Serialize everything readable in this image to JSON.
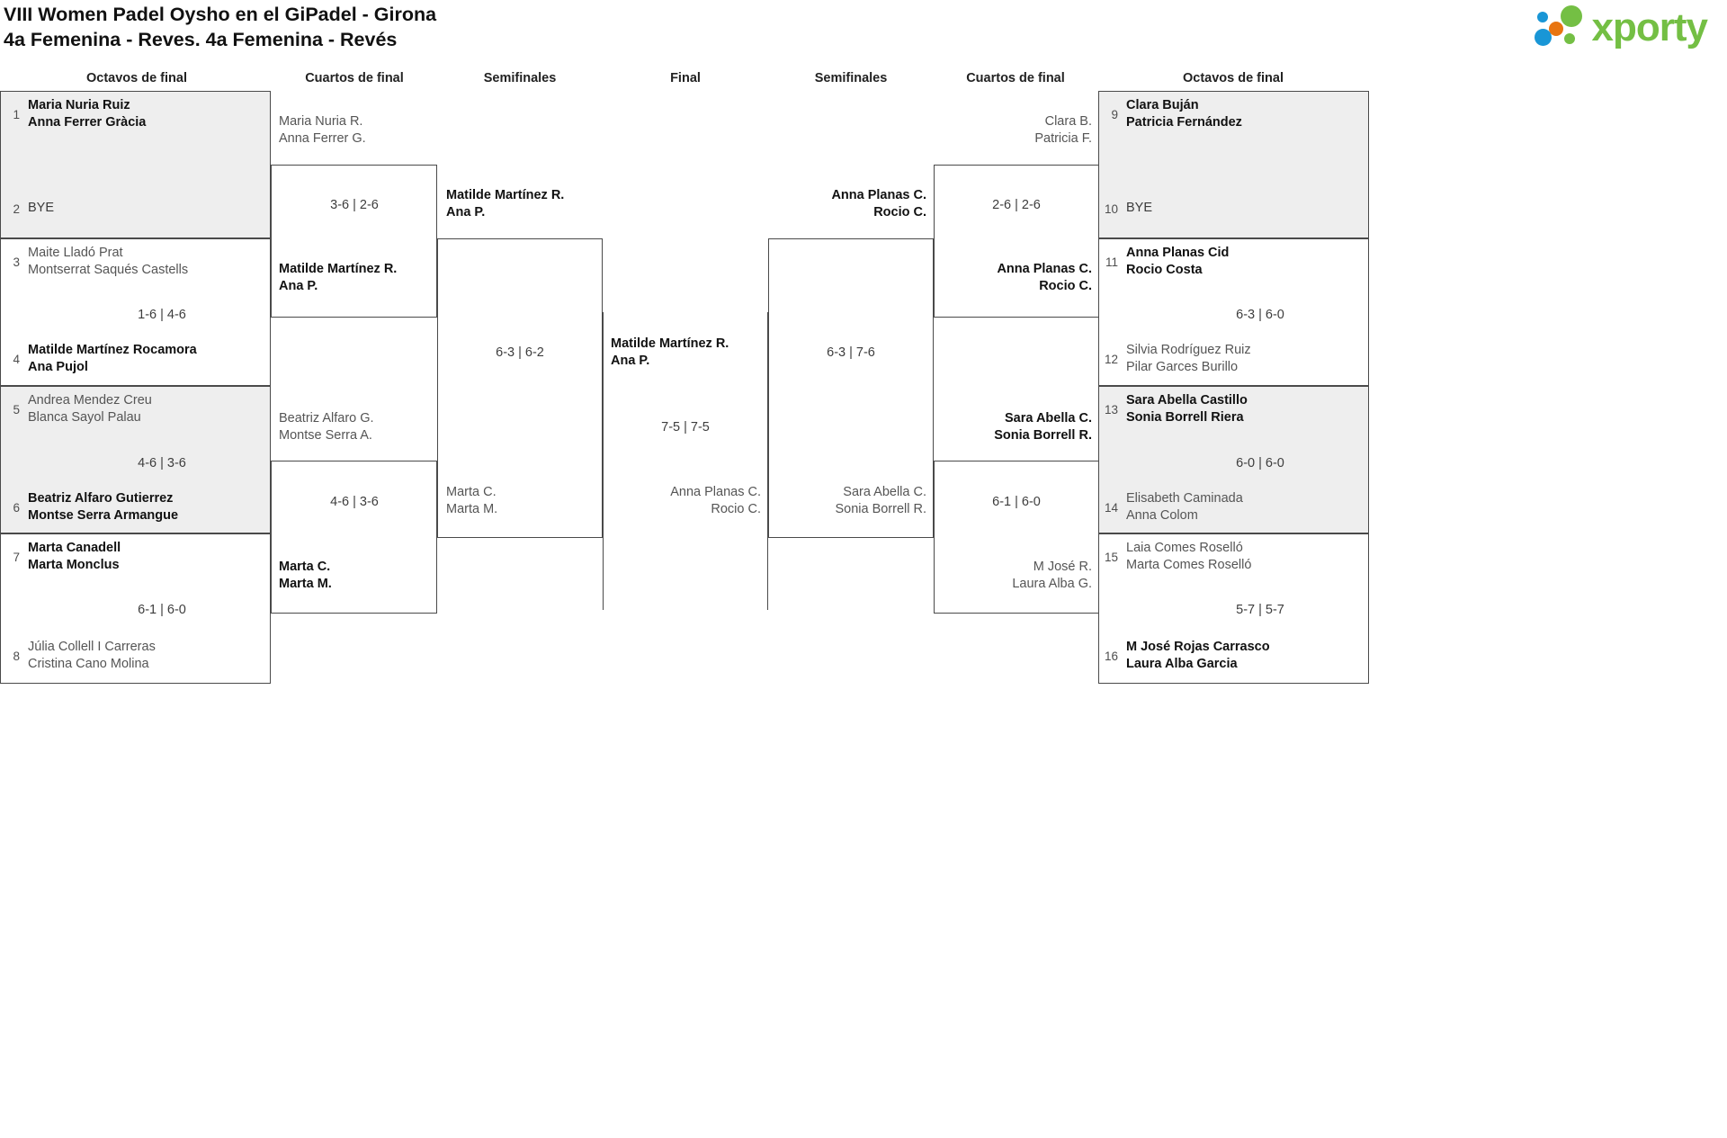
{
  "header": {
    "title_line1": "VIII Women Padel Oysho en el GiPadel - Girona",
    "title_line2": "4a Femenina - Reves. 4a Femenina - Revés",
    "logo_word": "xporty",
    "logo_colors": {
      "blue": "#1996d6",
      "orange": "#e87511",
      "green": "#74bf44"
    }
  },
  "round_labels": {
    "r16_left": "Octavos de final",
    "qf_left": "Cuartos de final",
    "sf_left": "Semifinales",
    "final": "Final",
    "sf_right": "Semifinales",
    "qf_right": "Cuartos de final",
    "r16_right": "Octavos de final"
  },
  "left": {
    "r16": [
      {
        "seed": "1",
        "line1": "Maria Nuria Ruiz",
        "line2": "Anna Ferrer Gràcia",
        "status": "win"
      },
      {
        "seed": "2",
        "line1": "BYE",
        "line2": "",
        "status": "bye"
      },
      {
        "seed": "3",
        "line1": "Maite Lladó Prat",
        "line2": "Montserrat Saqués Castells",
        "status": "lose"
      },
      {
        "seed": "4",
        "line1": "Matilde Martínez Rocamora",
        "line2": "Ana Pujol",
        "status": "win"
      },
      {
        "seed": "5",
        "line1": "Andrea Mendez Creu",
        "line2": "Blanca Sayol Palau",
        "status": "lose"
      },
      {
        "seed": "6",
        "line1": "Beatriz Alfaro Gutierrez",
        "line2": "Montse Serra Armangue",
        "status": "win"
      },
      {
        "seed": "7",
        "line1": "Marta Canadell",
        "line2": "Marta Monclus",
        "status": "win"
      },
      {
        "seed": "8",
        "line1": "Júlia Collell I Carreras",
        "line2": "Cristina Cano Molina",
        "status": "lose"
      }
    ],
    "r16_scores": [
      "",
      "1-6 | 4-6",
      "4-6 | 3-6",
      "6-1 | 6-0"
    ],
    "qf": [
      {
        "line1": "Maria Nuria R.",
        "line2": "Anna Ferrer G.",
        "status": "lose"
      },
      {
        "line1": "Matilde Martínez R.",
        "line2": "Ana P.",
        "status": "win"
      },
      {
        "line1": "Beatriz Alfaro G.",
        "line2": "Montse Serra A.",
        "status": "lose"
      },
      {
        "line1": "Marta C.",
        "line2": "Marta M.",
        "status": "win"
      }
    ],
    "qf_scores": [
      "3-6 | 2-6",
      "4-6 | 3-6"
    ],
    "sf": [
      {
        "line1": "Matilde Martínez R.",
        "line2": "Ana P.",
        "status": "win"
      },
      {
        "line1": "Marta C.",
        "line2": "Marta M.",
        "status": "lose"
      }
    ],
    "sf_scores": [
      "6-3 | 6-2"
    ]
  },
  "final": {
    "entrant": {
      "line1": "Matilde Martínez R.",
      "line2": "Ana P.",
      "status": "win"
    },
    "score": "7-5 | 7-5"
  },
  "right": {
    "sf": [
      {
        "line1": "Anna Planas C.",
        "line2": "Rocio C.",
        "status": "win"
      },
      {
        "line1": "Sara Abella C.",
        "line2": "Sonia Borrell R.",
        "status": "lose"
      }
    ],
    "sf_scores": [
      "6-3 | 7-6"
    ],
    "final_entrant": {
      "line1": "Anna Planas C.",
      "line2": "Rocio C.",
      "status": "lose"
    },
    "qf": [
      {
        "line1": "Clara B.",
        "line2": "Patricia F.",
        "status": "lose"
      },
      {
        "line1": "Anna Planas C.",
        "line2": "Rocio C.",
        "status": "win"
      },
      {
        "line1": "Sara Abella C.",
        "line2": "Sonia Borrell R.",
        "status": "win"
      },
      {
        "line1": "M José R.",
        "line2": "Laura Alba G.",
        "status": "lose"
      }
    ],
    "qf_scores": [
      "2-6 | 2-6",
      "6-1 | 6-0"
    ],
    "r16": [
      {
        "seed": "9",
        "line1": "Clara Buján",
        "line2": "Patricia Fernández",
        "status": "win"
      },
      {
        "seed": "10",
        "line1": "BYE",
        "line2": "",
        "status": "bye"
      },
      {
        "seed": "11",
        "line1": "Anna Planas Cid",
        "line2": "Rocio Costa",
        "status": "win"
      },
      {
        "seed": "12",
        "line1": "Silvia Rodríguez Ruiz",
        "line2": "Pilar Garces Burillo",
        "status": "lose"
      },
      {
        "seed": "13",
        "line1": "Sara Abella Castillo",
        "line2": "Sonia Borrell Riera",
        "status": "win"
      },
      {
        "seed": "14",
        "line1": "Elisabeth Caminada",
        "line2": "Anna Colom",
        "status": "lose"
      },
      {
        "seed": "15",
        "line1": "Laia Comes Roselló",
        "line2": "Marta Comes Roselló",
        "status": "lose"
      },
      {
        "seed": "16",
        "line1": "M José Rojas Carrasco",
        "line2": "Laura Alba Garcia",
        "status": "win"
      }
    ],
    "r16_scores": [
      "",
      "6-3 | 6-0",
      "6-0 | 6-0",
      "5-7 | 5-7"
    ]
  }
}
